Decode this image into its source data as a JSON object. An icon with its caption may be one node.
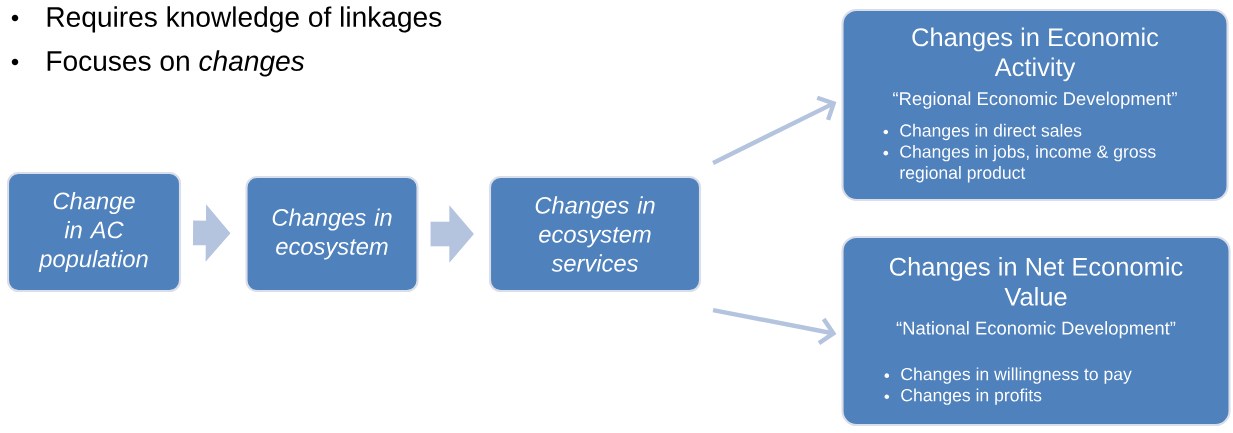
{
  "diagram": {
    "nodes": [
      {
        "text": [
          "Change in AC population"
        ]
      },
      {
        "text": [
          "Changes in ecosystem"
        ]
      },
      {
        "text": [
          "Changes in ecosystem services"
        ]
      },
      {
        "text": [
          "Changes in Economic Activity",
          "“Regional Economic Development”",
          "Changes in direct sales",
          "Changes in jobs, income &  gross regional product"
        ]
      },
      {
        "text": [
          "Changes in Net Economic Value",
          "“National Economic Development”",
          "Changes in willingness to pay",
          "Changes in profits"
        ]
      }
    ],
    "edges": [
      {
        "from": 0,
        "to": 1,
        "arrow": "to",
        "style": "thick"
      },
      {
        "from": 1,
        "to": 2,
        "arrow": "to",
        "style": "thick"
      },
      {
        "from": 2,
        "to": 3,
        "arrow": "to"
      },
      {
        "from": 2,
        "to": 4,
        "arrow": "to"
      }
    ],
    "labels": [
      "Requires knowledge of linkages",
      "Focuses on *changes*"
    ]
  }
}
